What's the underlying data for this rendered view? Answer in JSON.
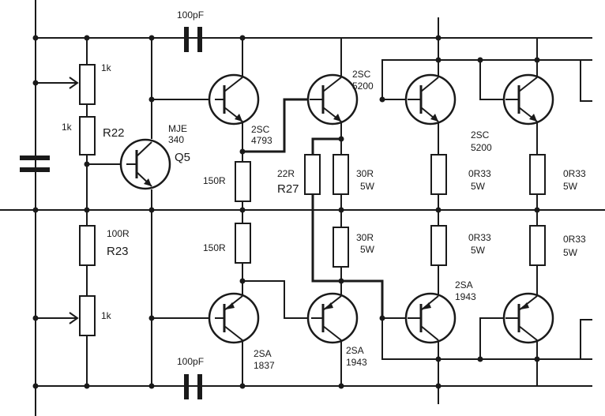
{
  "labels": {
    "c_top": "100pF",
    "c_bottom": "100pF",
    "r_top_pot": "1k",
    "r22_value": "1k",
    "r22_name": "R22",
    "q5_part_a": "MJE",
    "q5_part_b": "340",
    "q5_name": "Q5",
    "r23_value": "100R",
    "r23_name": "R23",
    "r_bottom_pot": "1k",
    "driver_top_a": "2SC",
    "driver_top_b": "4793",
    "r150_top": "150R",
    "r150_bottom": "150R",
    "driver_bottom_a": "2SA",
    "driver_bottom_b": "1837",
    "q_top_mid_a": "2SC",
    "q_top_mid_b": "5200",
    "r27_value": "22R",
    "r27_name": "R27",
    "r30_top_a": "30R",
    "r30_top_b": "5W",
    "r30_bottom_a": "30R",
    "r30_bottom_b": "5W",
    "q_bot_mid_a": "2SA",
    "q_bot_mid_b": "1943",
    "out_top_a": "2SC",
    "out_top_b": "5200",
    "r_out1_top_a": "0R33",
    "r_out1_top_b": "5W",
    "r_out2_top_a": "0R33",
    "r_out2_top_b": "5W",
    "r_out1_bot_a": "0R33",
    "r_out1_bot_b": "5W",
    "r_out2_bot_a": "0R33",
    "r_out2_bot_b": "5W",
    "out_bot_a": "2SA",
    "out_bot_b": "1943"
  }
}
